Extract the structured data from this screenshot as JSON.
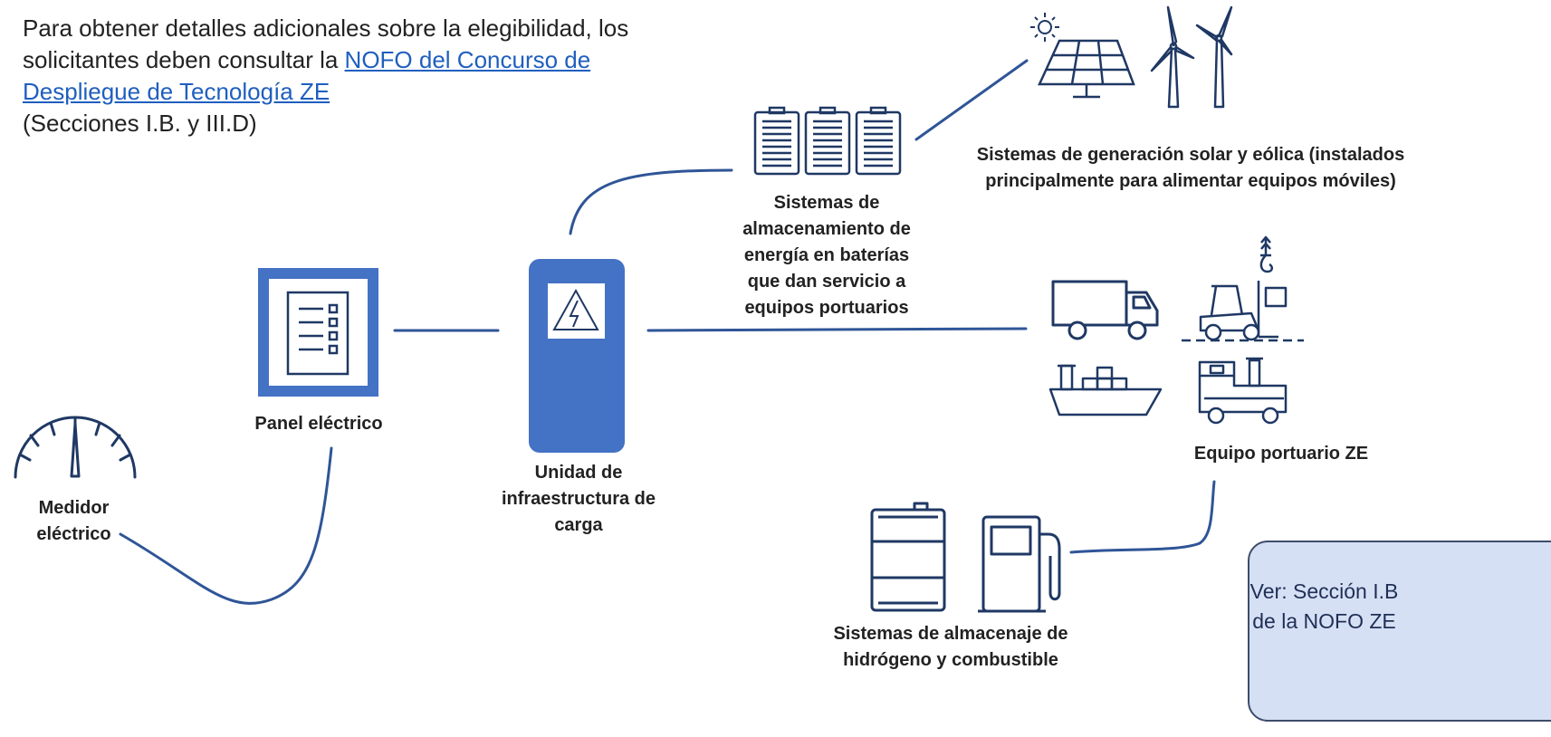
{
  "intro": {
    "text_before": "Para obtener detalles adicionales sobre la elegibilidad, los solicitantes deben consultar la ",
    "link_text": "NOFO del Concurso de Despliegue de Tecnología ZE",
    "text_after": "(Secciones I.B. y III.D)"
  },
  "nodes": {
    "meter": "Medidor eléctrico",
    "panel": "Panel eléctrico",
    "charging": "Unidad de infraestructura de carga",
    "battery": "Sistemas de almacenamiento de energía en baterías que dan servicio a equipos portuarios",
    "solar_wind": "Sistemas de generación solar y eólica (instalados principalmente para alimentar equipos móviles)",
    "port_equipment": "Equipo portuario ZE",
    "hydrogen_fuel": "Sistemas de almacenaje de hidrógeno y combustible"
  },
  "callout": {
    "text": "Ver: Sección I.B de la NOFO ZE"
  },
  "colors": {
    "connector": "#2f5597",
    "icon_stroke": "#1f3864",
    "charger_fill": "#4472c4",
    "link": "#1f5fbf",
    "callout_fill": "#d6e0f5"
  }
}
